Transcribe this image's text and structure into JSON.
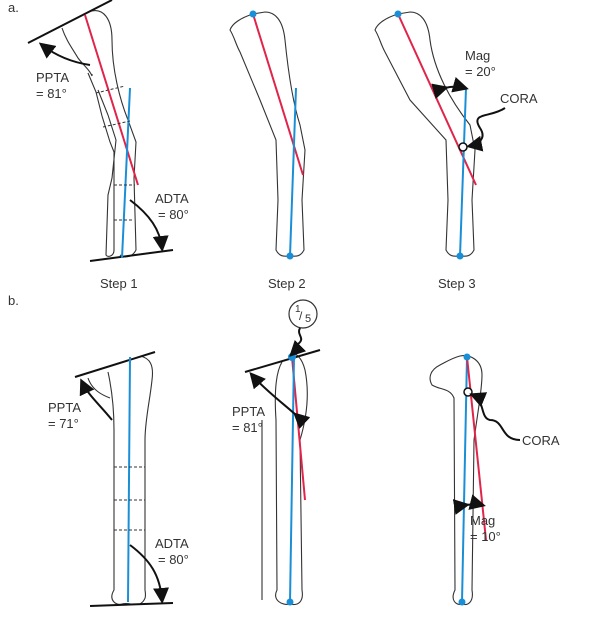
{
  "colors": {
    "anatomic_axis_proximal": "#e0244a",
    "anatomic_axis_distal": "#1a8fd6",
    "outline": "#333333"
  },
  "panel_a": {
    "label": "a.",
    "step1": {
      "caption": "Step 1",
      "ppta_label": "PPTA",
      "ppta_value": "= 81°",
      "adta_label": "ADTA",
      "adta_value": "= 80°"
    },
    "step2": {
      "caption": "Step 2"
    },
    "step3": {
      "caption": "Step 3",
      "mag_label": "Mag",
      "mag_value": "= 20°",
      "cora_label": "CORA"
    }
  },
  "panel_b": {
    "label": "b.",
    "bone1": {
      "ppta_label": "PPTA",
      "ppta_value": "= 71°",
      "adta_label": "ADTA",
      "adta_value": "= 80°"
    },
    "bone2": {
      "ppta_label": "PPTA",
      "ppta_value": "= 81°",
      "fraction_num": "1",
      "fraction_den": "5"
    },
    "bone3": {
      "cora_label": "CORA",
      "mag_label": "Mag",
      "mag_value": "= 10°"
    }
  }
}
